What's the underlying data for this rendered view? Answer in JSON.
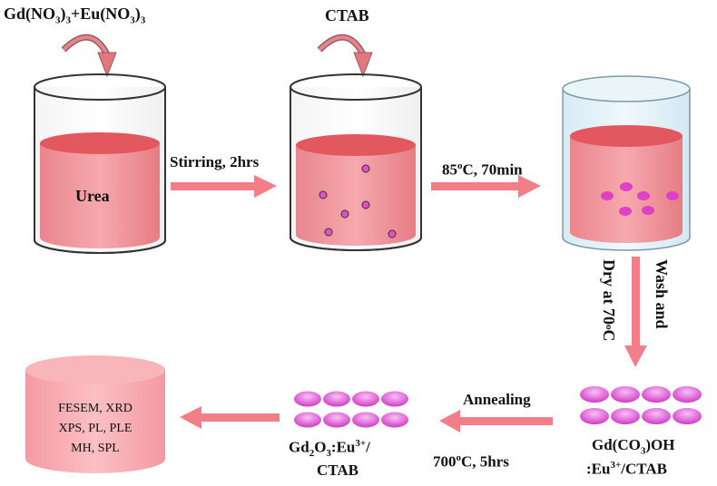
{
  "reagents": {
    "nitrates": [
      "Gd(NO",
      "3",
      ")",
      "3",
      "+Eu(NO",
      "3",
      ")",
      "3"
    ],
    "surfactant": "CTAB",
    "urea": "Urea"
  },
  "steps": {
    "stirring": "Stirring, 2hrs",
    "heating": [
      "85",
      "o",
      "C, 70min"
    ],
    "wash": "Wash and",
    "dry": [
      "Dry at 70",
      "o",
      "C"
    ],
    "annealing": "Annealing",
    "anneal_condition": [
      "700",
      "o",
      "C, 5hrs"
    ]
  },
  "products": {
    "intermediate": [
      "Gd(CO",
      "3",
      ")OH"
    ],
    "intermediate_line2": [
      ":Eu",
      "3+",
      "/CTAB"
    ],
    "final": [
      "Gd",
      "2",
      "O",
      "3",
      ":Eu",
      "3+",
      "/"
    ],
    "final_line2": "CTAB"
  },
  "characterization": [
    "FESEM, XRD",
    "XPS, PL, PLE",
    "MH, SPL"
  ],
  "colors": {
    "solution": "#f08890",
    "solution_top": "#e85a62",
    "arrow": "#f07f86",
    "particle": "#e040c8",
    "particle_light": "#f0a8ec",
    "drum": "#f7aab0",
    "beaker_tint": "#e2f1f8"
  }
}
